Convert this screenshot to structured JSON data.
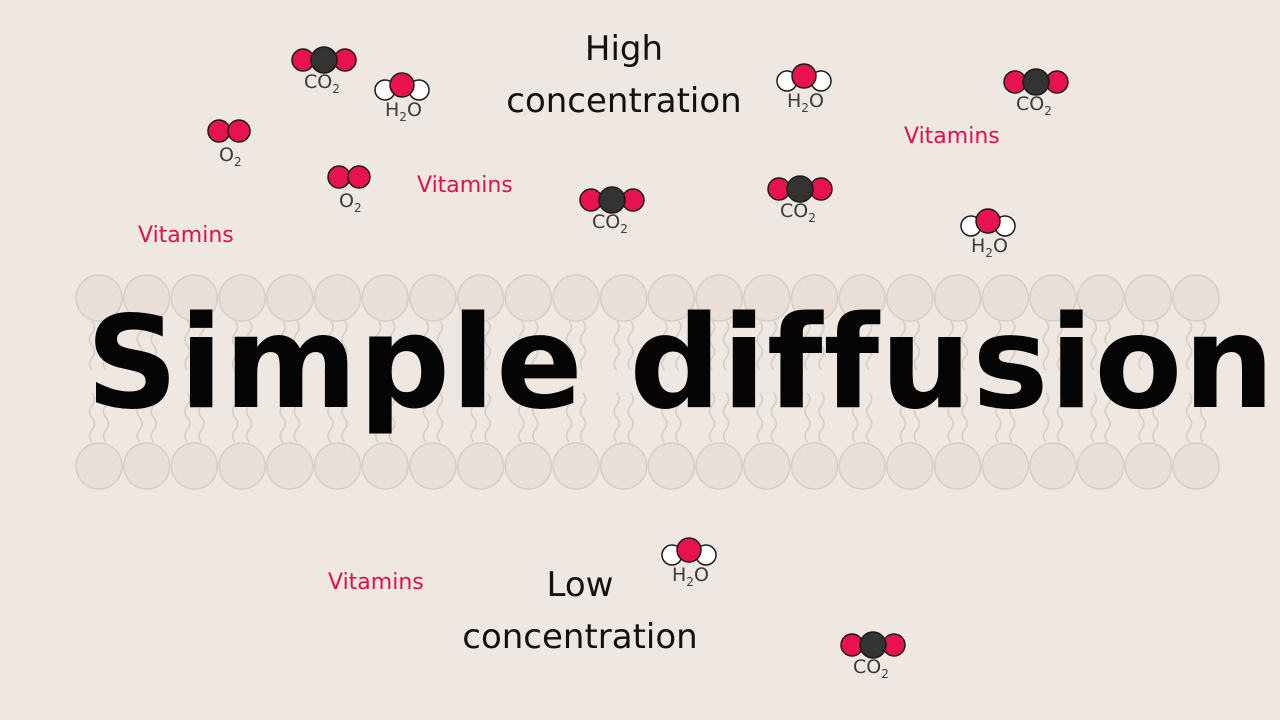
{
  "title": "Simple diffusion",
  "high_concentration": {
    "line1": "High",
    "line2": "concentration"
  },
  "low_concentration": {
    "line1": "Low",
    "line2": "concentration"
  },
  "vitamins_label": "Vitamins",
  "molecules": {
    "co2": {
      "base": "CO",
      "sub": "2"
    },
    "h2o": {
      "base": "H",
      "sub": "2",
      "tail": "O"
    },
    "o2": {
      "base": "O",
      "sub": "2"
    }
  },
  "colors": {
    "background": "#efe7e1",
    "membrane_head": "#e9dfd6",
    "membrane_outline": "#d8cdc3",
    "oxygen_atom": "#e8124e",
    "carbon_atom": "#333333",
    "hydrogen_atom": "#ffffff",
    "vitamin_text": "#e0104c"
  }
}
